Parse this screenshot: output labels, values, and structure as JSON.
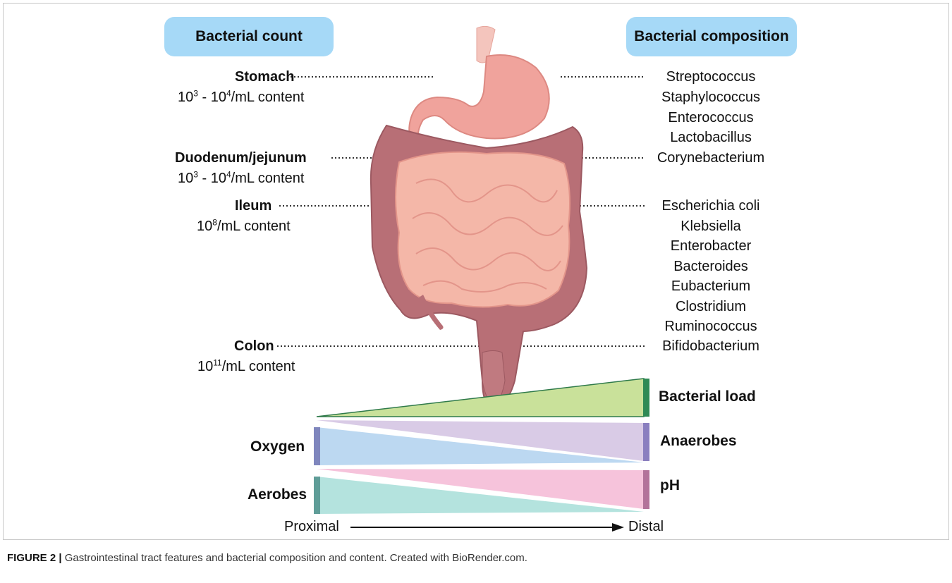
{
  "headers": {
    "left": "Bacterial count",
    "right": "Bacterial composition"
  },
  "segments": [
    {
      "name": "Stomach",
      "base": "10",
      "exp1": "3",
      "mid": " - 10",
      "exp2": "4",
      "suffix": "/mL content"
    },
    {
      "name": "Duodenum/jejunum",
      "base": "10",
      "exp1": "3",
      "mid": " - 10",
      "exp2": "4",
      "suffix": "/mL content"
    },
    {
      "name": "Ileum",
      "base": "10",
      "exp1": "8",
      "mid": "",
      "exp2": "",
      "suffix": "/mL content"
    },
    {
      "name": "Colon",
      "base": "10",
      "exp1": "11",
      "mid": "",
      "exp2": "",
      "suffix": "/mL content"
    }
  ],
  "genera": [
    "Streptococcus",
    "Staphylococcus",
    "Enterococcus",
    "Lactobacillus",
    "Corynebacterium",
    "Escherichia coli",
    "Klebsiella",
    "Enterobacter",
    "Bacteroides",
    "Eubacterium",
    "Clostridium",
    "Ruminococcus",
    "Bifidobacterium"
  ],
  "gradients": {
    "bacterial_load": "Bacterial load",
    "anaerobes": "Anaerobes",
    "oxygen": "Oxygen",
    "ph": "pH",
    "aerobes": "Aerobes"
  },
  "axis": {
    "proximal": "Proximal",
    "distal": "Distal"
  },
  "caption": {
    "label": "FIGURE 2 |",
    "text": " Gastrointestinal tract features and bacterial composition and content. Created with BioRender.com."
  },
  "colors": {
    "header_box": "#a6d9f7",
    "bacterial_load": "#c9e19a",
    "anaerobes": "#d9cbe6",
    "oxygen": "#bcd8f1",
    "ph": "#f6c3db",
    "aerobes": "#b4e3de",
    "intestine": "#f4b7a8",
    "colon": "#b86f76",
    "stomach": "#f0a39c"
  }
}
